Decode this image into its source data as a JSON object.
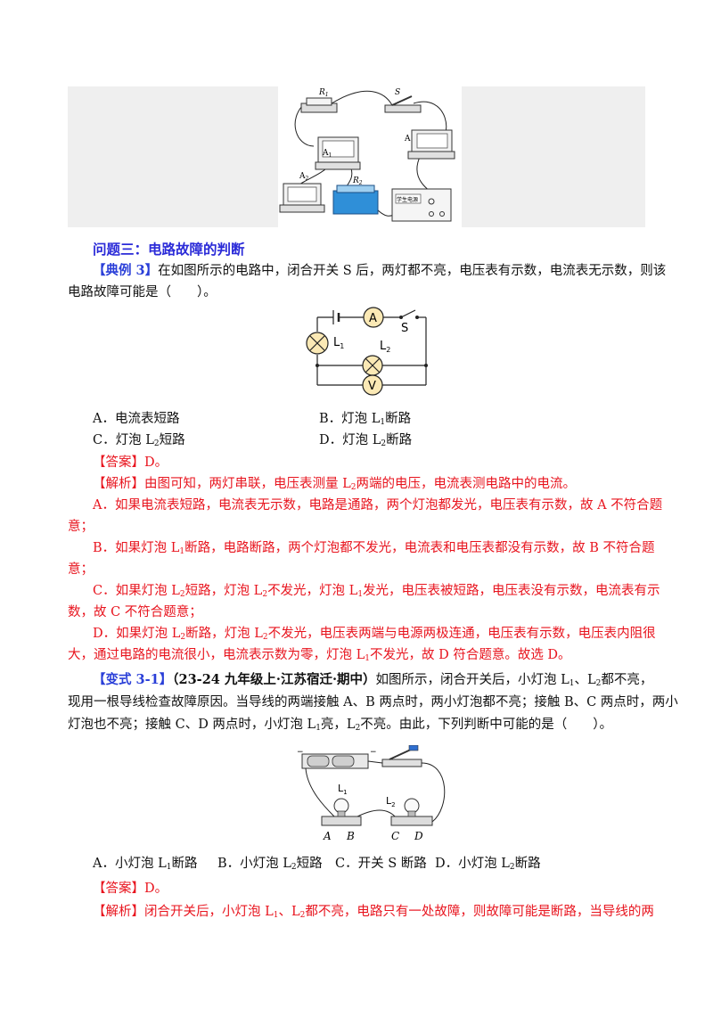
{
  "top_figure": {
    "labels": {
      "r1": "R",
      "r1_sub": "1",
      "s": "S",
      "a": "A",
      "a1": "A",
      "a1_sub": "1",
      "a2": "A",
      "a2_sub": "2",
      "r2": "R",
      "r2_sub": "2",
      "supply": "学生电源"
    }
  },
  "section": {
    "title": "问题三：电路故障的判断"
  },
  "example3": {
    "tag": "【典例 3】",
    "line1": "在如图所示的电路中，闭合开关 S 后，两灯都不亮，电压表有示数，电流表无示数，则该",
    "line2": "电路故障可能是（　　）。",
    "circuit": {
      "ammeter": "A",
      "switch": "S",
      "l1": "L",
      "l1_sub": "1",
      "l2": "L",
      "l2_sub": "2",
      "voltmeter": "V"
    },
    "options": {
      "a": "A．电流表短路",
      "b_pre": "B．灯泡 L",
      "b_sub": "1",
      "b_post": "断路",
      "c_pre": "C．灯泡 L",
      "c_sub": "2",
      "c_post": "短路",
      "d_pre": "D．灯泡 L",
      "d_sub": "2",
      "d_post": "断路"
    },
    "answer_tag": "【答案】",
    "answer": "D。",
    "analysis_tag": "【解析】",
    "analysis": {
      "l1_pre": "由图可知，两灯串联，电压表测量 L",
      "l1_sub": "2",
      "l1_post": "两端的电压，电流表测电路中的电流。",
      "l2": "A．如果电流表短路，电流表无示数，电路是通路，两个灯泡都发光，电压表有示数，故 A 不符合题",
      "l3": "意；",
      "l4_pre": "B．如果灯泡 L",
      "l4_sub": "1",
      "l4_post": "断路，电路断路，两个灯泡都不发光，电流表和电压表都没有示数，故 B 不符合题",
      "l5": "意；",
      "l6_pre": "C．如果灯泡 L",
      "l6_sub": "2",
      "l6_mid1": "短路，灯泡 L",
      "l6_sub2": "2",
      "l6_mid2": "不发光，灯泡 L",
      "l6_sub3": "1",
      "l6_post": "发光，电压表被短路，电压表没有示数，电流表有示",
      "l7": "数，故 C 不符合题意；",
      "l8_pre": "D．如果灯泡 L",
      "l8_sub": "2",
      "l8_mid": "断路，灯泡 L",
      "l8_sub2": "2",
      "l8_post": "不发光，电压表两端与电源两极连通，电压表有示数，电压表内阻很",
      "l9_pre": "大，通过电路的电流很小，电流表示数为零，灯泡 L",
      "l9_sub": "1",
      "l9_post": "不发光，故 D 符合题意。故选 D。"
    }
  },
  "variant3_1": {
    "tag": "【变式 3-1】",
    "source": "（23-24 九年级上·江苏宿迁·期中）",
    "line1_post": "如图所示，闭合开关后，小灯泡 L",
    "line1_sub1": "1",
    "line1_mid": "、L",
    "line1_sub2": "2",
    "line1_end": "都不亮，",
    "line2": "现用一根导线检查故障原因。当导线的两端接触 A、B 两点时，两小灯泡都不亮；接触 B、C 两点时，两小",
    "line3_pre": "灯泡也不亮；接触 C、D 两点时，小灯泡 L",
    "line3_sub": "1",
    "line3_mid": "亮，L",
    "line3_sub2": "2",
    "line3_post": "不亮。由此，下列判断中可能的是（　　）。",
    "figure": {
      "l1": "L",
      "l1_sub": "1",
      "l2": "L",
      "l2_sub": "2",
      "a": "A",
      "b": "B",
      "c": "C",
      "d": "D"
    },
    "options": {
      "a_pre": "A．小灯泡 L",
      "a_sub": "1",
      "a_post": "断路",
      "b_pre": "B．小灯泡 L",
      "b_sub": "2",
      "b_post": "短路",
      "c": "C．开关 S 断路",
      "d_pre": "D．小灯泡 L",
      "d_sub": "2",
      "d_post": "断路"
    },
    "answer_tag": "【答案】",
    "answer": "D。",
    "analysis_tag": "【解析】",
    "analysis_pre": "闭合开关后，小灯泡 L",
    "analysis_sub1": "1",
    "analysis_mid": "、L",
    "analysis_sub2": "2",
    "analysis_post": "都不亮，电路只有一处故障，则故障可能是断路，当导线的两"
  }
}
